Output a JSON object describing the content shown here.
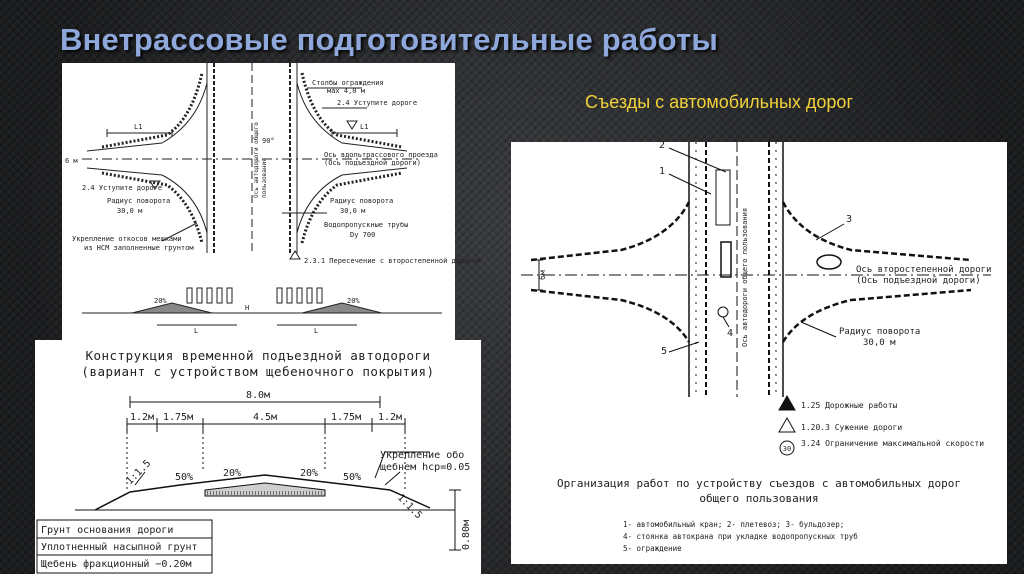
{
  "slide": {
    "title": "Внетрассовые подготовительные работы",
    "subtitle": "Съезды с автомобильных дорог"
  },
  "top_drawing": {
    "labels": {
      "posts": "Столбы ограждения",
      "posts_spacing": "мах 4,0 м",
      "sign_24_top": "2.4 Уступите дороге",
      "l1_left": "L1",
      "l1_right": "L1",
      "angle": "90°",
      "secondary_axis_1": "Ось вдольтрассового проезда",
      "secondary_axis_2": "(Ось подъездной дороги)",
      "width_6m": "6 м",
      "main_axis_1": "Ось автодороги общего",
      "main_axis_2": "пользования",
      "sign_24_bottom": "2.4 Уступите дороге",
      "radius_left": "Радиус поворота",
      "radius_left_value": "30,0 м",
      "radius_right": "Радиус поворота",
      "radius_right_value": "30,0 м",
      "culverts": "Водопропускные трубы",
      "culverts_dim": "Dу 700",
      "slopes_1": "Укрепление откосов мешками",
      "slopes_2": "из НСМ заполненные грунтом",
      "sign_231": "2.3.1 Пересечение с второстепенной дорогой",
      "slope_left": "20%",
      "slope_right": "20%",
      "h_label": "H",
      "l_left": "L",
      "l_right": "L"
    }
  },
  "bottom_drawing": {
    "title_1": "Конструкция временной подъездной автодороги",
    "title_2": "(вариант с устройством щебеночного покрытия)",
    "dims": {
      "total": "8.0м",
      "left_edge": "1.2м",
      "left_lane": "1.75м",
      "center": "4.5м",
      "right_lane": "1.75м",
      "right_edge": "1.2м"
    },
    "reinforcement_1": "Укрепление обо",
    "reinforcement_2": "щебнем hср=0.05",
    "slopes": {
      "left_outer": "1:1.5",
      "left_inner": "50%",
      "center_left": "20%",
      "center_right": "20%",
      "right_inner": "50%",
      "right_outer": "1:1.5"
    },
    "depth": "0.80м",
    "legend": [
      "Грунт основания дороги",
      "Уплотненный насыпной грунт",
      "Щебень фракционный  −0.20м"
    ]
  },
  "right_drawing": {
    "callouts": {
      "n1": "1",
      "n2": "2",
      "n3": "3",
      "n4": "4",
      "n5": "5"
    },
    "width_6m": "6м",
    "main_axis": "Ось автодороги общего пользования",
    "secondary_axis_1": "Ось второстепенной дороги",
    "secondary_axis_2": "(Ось подъездной дороги)",
    "radius": "Радиус поворота",
    "radius_value": "30,0 м",
    "signs": [
      {
        "code": "1.25 Дорожные работы"
      },
      {
        "code": "1.20.3 Сужение дороги"
      },
      {
        "code": "3.24 Ограничение максимальной скорости",
        "value": "30"
      }
    ],
    "caption_1": "Организация работ по устройству съездов с автомобильных дорог",
    "caption_2": "общего пользования",
    "legend": [
      "1- автомобильный кран; 2- плетевоз; 3- бульдозер;",
      "4- стоянка автокрана при укладке водопропускных труб",
      "5- ограждение"
    ]
  }
}
